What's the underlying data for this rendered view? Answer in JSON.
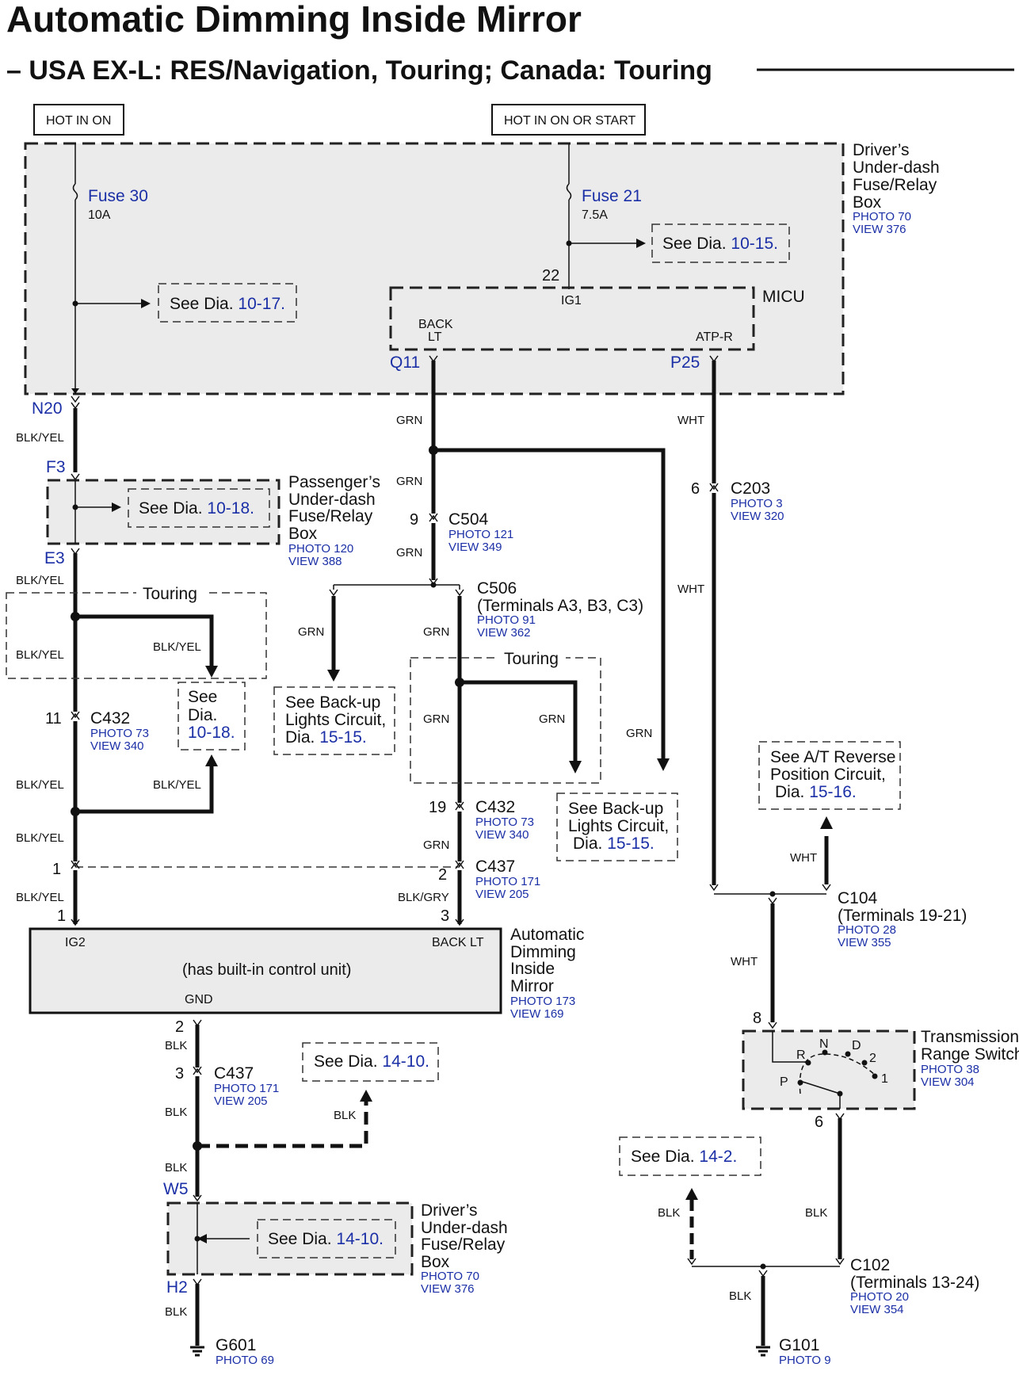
{
  "title": "Automatic Dimming Inside Mirror",
  "subtitle": "– USA EX-L: RES/Navigation, Touring; Canada: Touring",
  "power": {
    "hot_on": "HOT IN ON",
    "hot_on_start": "HOT IN ON OR START"
  },
  "fuses": {
    "f30": {
      "name": "Fuse 30",
      "rating": "10A"
    },
    "f21": {
      "name": "Fuse 21",
      "rating": "7.5A"
    }
  },
  "refs": {
    "see": "See",
    "dia": "Dia.",
    "d1015": "10-15.",
    "d1017": "10-17.",
    "d1018": "10-18.",
    "d1410": "14-10.",
    "d142": "14-2.",
    "d1515": "15-15.",
    "d1516": "15-16.",
    "backup": "Back-up",
    "lights_circuit": "Lights Circuit,",
    "at_line1": "A/T Reverse",
    "at_line2": "Position Circuit,"
  },
  "components": {
    "driver_box": {
      "l1": "Driver’s",
      "l2": "Under-dash",
      "l3": "Fuse/Relay",
      "l4": "Box",
      "photo": "PHOTO 70",
      "view": "VIEW 376"
    },
    "passenger_box": {
      "l1": "Passenger’s",
      "l2": "Under-dash",
      "l3": "Fuse/Relay",
      "l4": "Box",
      "photo": "PHOTO 120",
      "view": "VIEW 388"
    },
    "micu": {
      "name": "MICU",
      "ig1": "IG1",
      "back1": "BACK",
      "back2": "LT",
      "atpr": "ATP-R",
      "pin22": "22",
      "q11": "Q11",
      "p25": "P25"
    },
    "mirror": {
      "l1": "Automatic",
      "l2": "Dimming",
      "l3": "Inside",
      "l4": "Mirror",
      "photo": "PHOTO 173",
      "view": "VIEW 169",
      "ig2": "IG2",
      "backlt": "BACK LT",
      "gnd": "GND",
      "note": "(has built-in control unit)",
      "p1": "1",
      "p3": "3",
      "p2": "2"
    },
    "trs": {
      "l1": "Transmission",
      "l2": "Range Switch",
      "photo": "PHOTO 38",
      "view": "VIEW 304",
      "pos_r": "R",
      "pos_n": "N",
      "pos_d": "D",
      "pos_2": "2",
      "pos_1": "1",
      "pos_p": "P",
      "pin8": "8",
      "pin6": "6"
    }
  },
  "connectors": {
    "n20": "N20",
    "f3": "F3",
    "e3": "E3",
    "w5": "W5",
    "h2": "H2",
    "c432a": {
      "name": "C432",
      "pin": "11",
      "photo": "PHOTO 73",
      "view": "VIEW 340"
    },
    "c432b": {
      "name": "C432",
      "pin": "19",
      "photo": "PHOTO 73",
      "view": "VIEW 340"
    },
    "c504": {
      "name": "C504",
      "pin": "9",
      "photo": "PHOTO 121",
      "view": "VIEW 349"
    },
    "c506": {
      "name": "C506",
      "terms": "(Terminals A3, B3, C3)",
      "photo": "PHOTO 91",
      "view": "VIEW 362"
    },
    "c437a": {
      "name": "C437",
      "pin_l": "1",
      "pin_r": "2",
      "photo": "PHOTO 171",
      "view": "VIEW 205"
    },
    "c437b": {
      "name": "C437",
      "pin": "3",
      "photo": "PHOTO 171",
      "view": "VIEW 205"
    },
    "c203": {
      "name": "C203",
      "pin": "6",
      "photo": "PHOTO 3",
      "view": "VIEW 320"
    },
    "c104": {
      "name": "C104",
      "terms": "(Terminals 19-21)",
      "photo": "PHOTO 28",
      "view": "VIEW 355"
    },
    "c102": {
      "name": "C102",
      "terms": "(Terminals 13-24)",
      "photo": "PHOTO 20",
      "view": "VIEW 354"
    },
    "g601": {
      "name": "G601",
      "photo": "PHOTO 69"
    },
    "g101": {
      "name": "G101",
      "photo": "PHOTO 9"
    }
  },
  "touring": "Touring",
  "wires": {
    "blkyel": "BLK/YEL",
    "grn": "GRN",
    "wht": "WHT",
    "blk": "BLK",
    "blkgry": "BLK/GRY"
  }
}
